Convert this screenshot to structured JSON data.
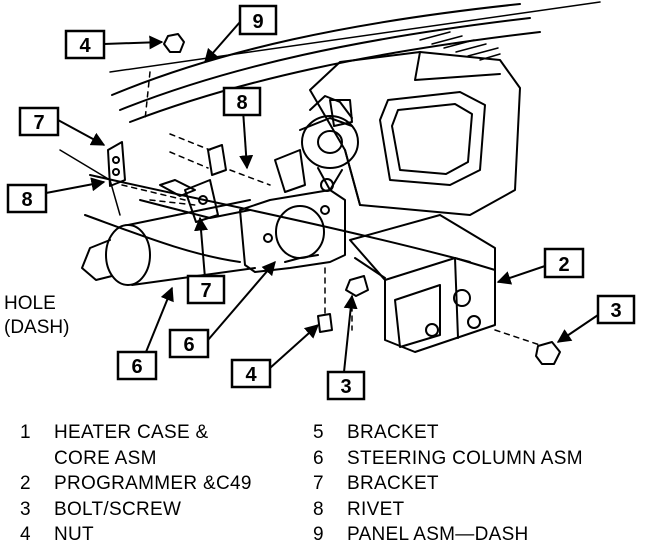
{
  "hole_label": {
    "line1": "HOLE",
    "line2": "(DASH)"
  },
  "callouts": {
    "c9": "9",
    "c4_top": "4",
    "c7_left": "7",
    "c8_top": "8",
    "c8_left": "8",
    "c7_mid": "7",
    "c2": "2",
    "c3_right": "3",
    "c6_mid": "6",
    "c6_left": "6",
    "c4_bottom": "4",
    "c3_bottom": "3"
  },
  "legend": {
    "left": [
      {
        "num": "1",
        "lines": [
          "HEATER CASE &",
          "CORE ASM"
        ]
      },
      {
        "num": "2",
        "lines": [
          "PROGRAMMER &C49"
        ]
      },
      {
        "num": "3",
        "lines": [
          "BOLT/SCREW"
        ]
      },
      {
        "num": "4",
        "lines": [
          "NUT"
        ]
      }
    ],
    "right": [
      {
        "num": "5",
        "lines": [
          "BRACKET"
        ]
      },
      {
        "num": "6",
        "lines": [
          "STEERING COLUMN ASM"
        ]
      },
      {
        "num": "7",
        "lines": [
          "BRACKET"
        ]
      },
      {
        "num": "8",
        "lines": [
          "RIVET"
        ]
      },
      {
        "num": "9",
        "lines": [
          "PANEL ASM—DASH"
        ]
      }
    ]
  }
}
